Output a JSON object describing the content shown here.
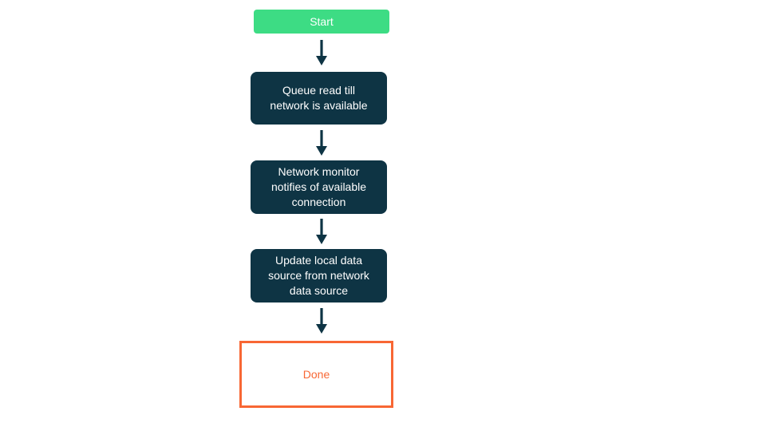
{
  "colors": {
    "green": "#3ddc84",
    "navy": "#0e3444",
    "orange": "#f86734",
    "background": "#ffffff"
  },
  "flowchart": {
    "type": "vertical-flowchart",
    "nodes": [
      {
        "id": "start",
        "type": "start",
        "label": "Start"
      },
      {
        "id": "queue",
        "type": "process",
        "label": "Queue read till network is available"
      },
      {
        "id": "monitor",
        "type": "process",
        "label": "Network monitor notifies of available connection"
      },
      {
        "id": "update",
        "type": "process",
        "label": "Update local data source from network data source"
      },
      {
        "id": "done",
        "type": "end",
        "label": "Done"
      }
    ],
    "edges": [
      {
        "from": "start",
        "to": "queue",
        "direction": "down"
      },
      {
        "from": "queue",
        "to": "monitor",
        "direction": "down"
      },
      {
        "from": "monitor",
        "to": "update",
        "direction": "down"
      },
      {
        "from": "update",
        "to": "done",
        "direction": "down"
      }
    ]
  }
}
